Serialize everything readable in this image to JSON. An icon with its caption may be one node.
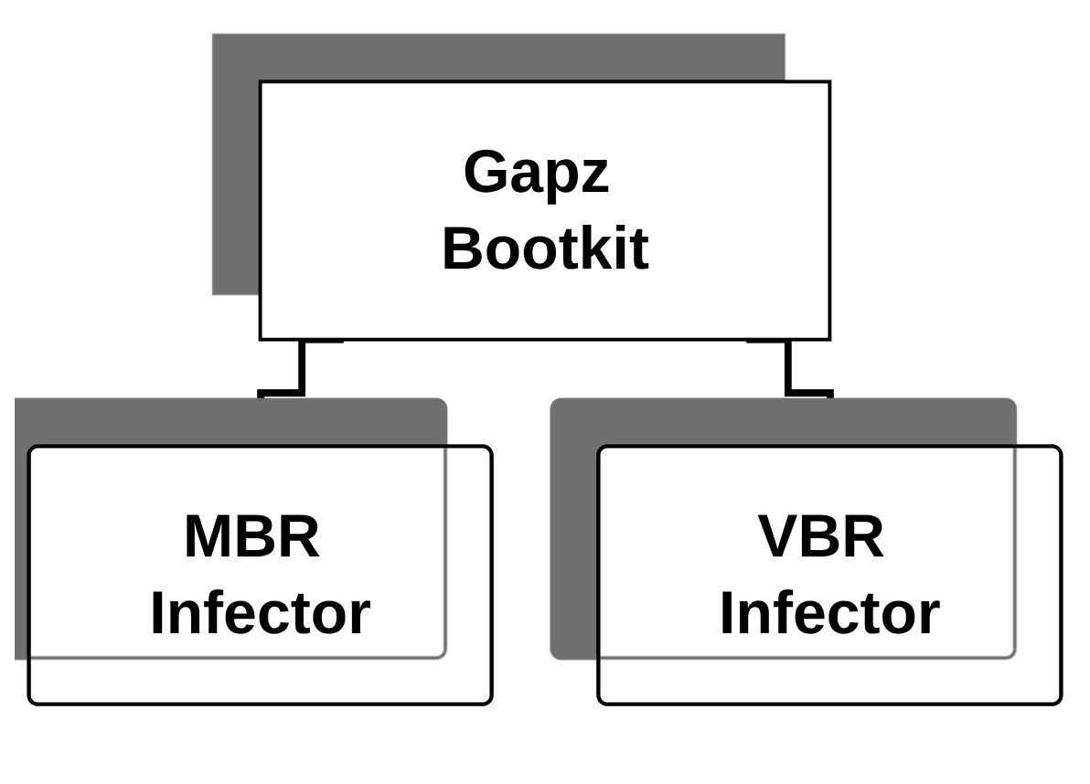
{
  "diagram": {
    "nodes": [
      {
        "text": [
          "Gapz Bootkit"
        ]
      },
      {
        "text": [
          "MBR Infector"
        ]
      },
      {
        "text": [
          "VBR Infector"
        ]
      }
    ],
    "edges": [
      {
        "from": 0,
        "to": 1,
        "arrow": "none"
      },
      {
        "from": 0,
        "to": 2,
        "arrow": "none"
      }
    ]
  }
}
